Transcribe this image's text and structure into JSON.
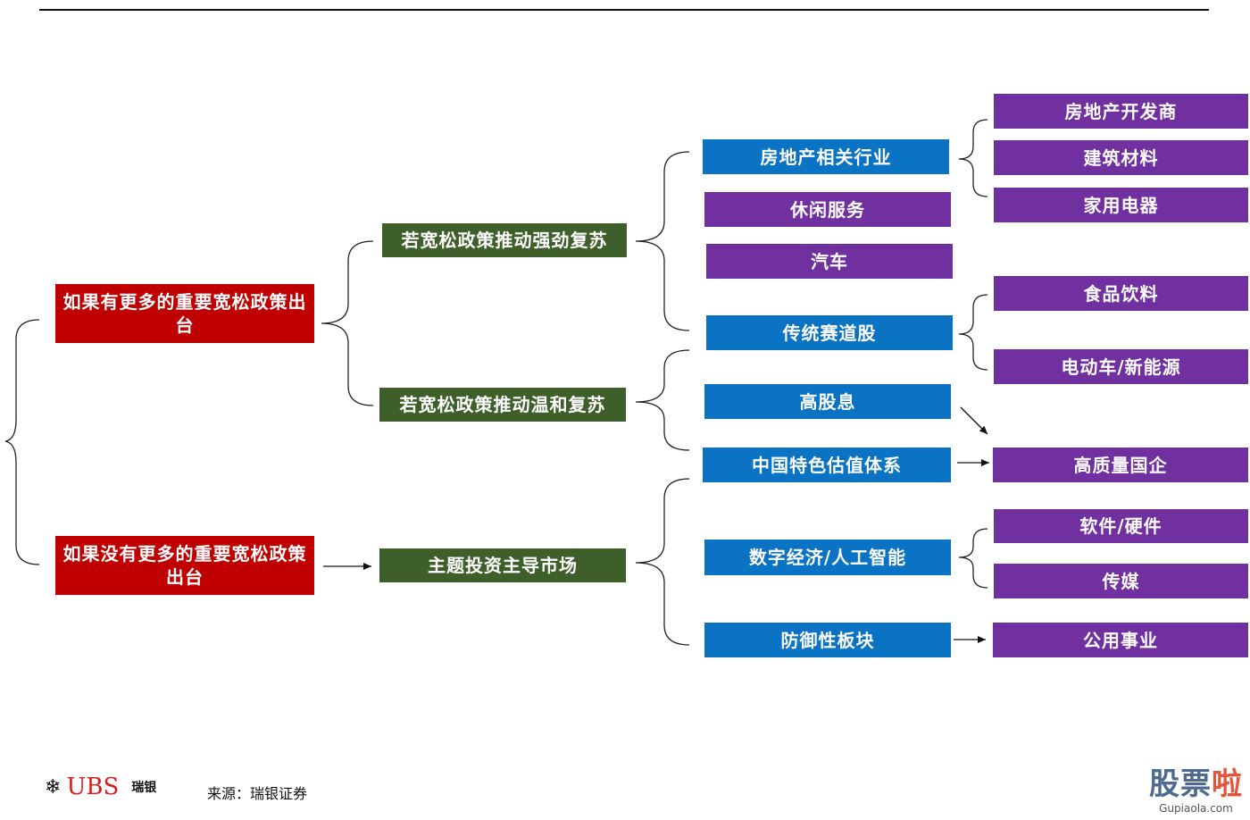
{
  "colors": {
    "red": "#c00000",
    "green": "#3f5f2a",
    "blue": "#0a73c4",
    "purple": "#7030a0"
  },
  "level1": {
    "more_easing": "如果有更多的重要宽松政策出台",
    "no_more_easing": "如果没有更多的重要宽松政策出台"
  },
  "level2": {
    "strong_recovery": "若宽松政策推动强劲复苏",
    "mild_recovery": "若宽松政策推动温和复苏",
    "theme_led": "主题投资主导市场"
  },
  "level3": {
    "property_related": "房地产相关行业",
    "leisure": "休闲服务",
    "auto": "汽车",
    "traditional_track": "传统赛道股",
    "high_dividend": "高股息",
    "china_valuation": "中国特色估值体系",
    "digital_ai": "数字经济/人工智能",
    "defensive": "防御性板块"
  },
  "level4": {
    "developers": "房地产开发商",
    "building_materials": "建筑材料",
    "appliances": "家用电器",
    "food_beverage": "食品饮料",
    "ev_new_energy": "电动车/新能源",
    "quality_soe": "高质量国企",
    "software_hardware": "软件/硬件",
    "media": "传媒",
    "utilities": "公用事业"
  },
  "footer": {
    "logo_glyph": "❄",
    "logo_text": "UBS",
    "logo_cn": "瑞银",
    "source": "来源：瑞银证券",
    "watermark_cn_main": "股票",
    "watermark_cn_accent": "啦",
    "watermark_url": "Gupiaola.com"
  }
}
